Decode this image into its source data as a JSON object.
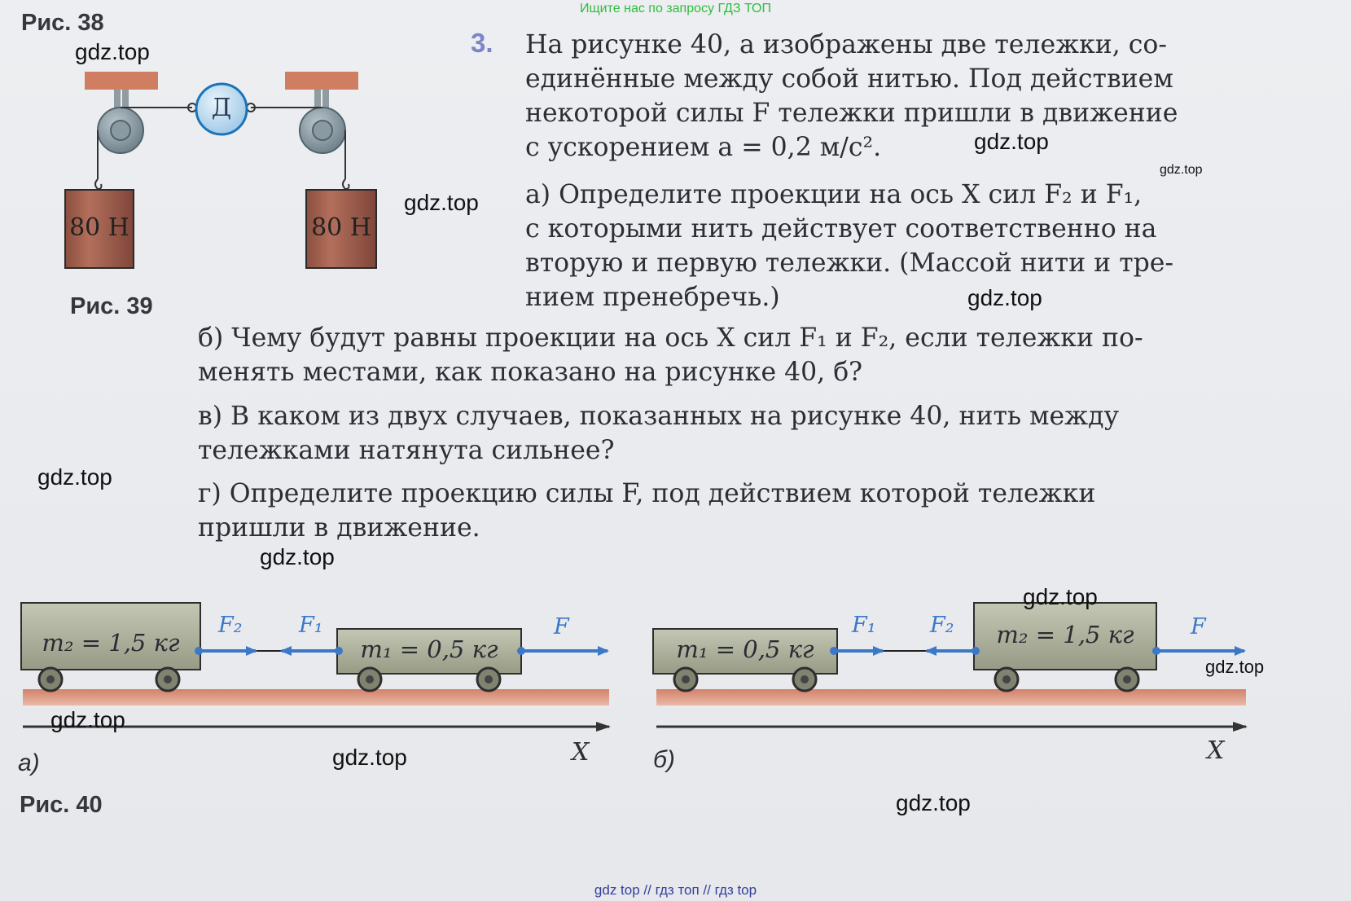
{
  "banner": "Ищите нас по запросу ГДЗ ТОП",
  "fig38_label": "Рис. 38",
  "fig39_label": "Рис. 39",
  "fig40_label": "Рис. 40",
  "fig39": {
    "weight_left": "80 Н",
    "weight_right": "80 Н",
    "dynamometer": "Д"
  },
  "problem": {
    "number": "3.",
    "intro_lines": [
      "На рисунке 40, а изображены две тележки, со-",
      "единённые между собой нитью. Под действием",
      "некоторой силы F тележки пришли в движение",
      "с ускорением a = 0,2 м/с²."
    ],
    "a_lines": [
      "а) Определите проекции на ось X сил F₂ и F₁,",
      "с которыми нить действует соответственно на",
      "вторую и первую тележки. (Массой нити и тре-",
      "нием пренебречь.)"
    ],
    "b_lines": [
      "б) Чему будут равны проекции на ось X сил F₁ и F₂, если тележки по-",
      "менять местами, как показано на рисунке 40, б?"
    ],
    "c_lines": [
      "в) В каком из двух случаев, показанных на рисунке 40, нить между",
      "тележками натянута сильнее?"
    ],
    "d_lines": [
      "г) Определите проекцию силы F, под действием которой тележки",
      "пришли в движение."
    ]
  },
  "fig40": {
    "a": {
      "sublabel": "а)",
      "cart_left_label": "m₂ = 1,5 кг",
      "cart_right_label": "m₁ = 0,5 кг",
      "force_f2": "F₂",
      "force_f1": "F₁",
      "force_f": "F",
      "axis": "X"
    },
    "b": {
      "sublabel": "б)",
      "cart_left_label": "m₁ = 0,5 кг",
      "cart_right_label": "m₂ = 1,5 кг",
      "force_f1": "F₁",
      "force_f2": "F₂",
      "force_f": "F",
      "axis": "X"
    }
  },
  "watermarks": {
    "text": "gdz.top",
    "small": "gdz.top"
  },
  "footer": "gdz top  //  гдз топ  //  гдз top",
  "colors": {
    "banner": "#2fbd3d",
    "arrow": "#3c78c8",
    "cart": "#a9ad98",
    "ground": "#c9785c",
    "weight": "#a3604e",
    "problem_number": "#7b86c8"
  }
}
